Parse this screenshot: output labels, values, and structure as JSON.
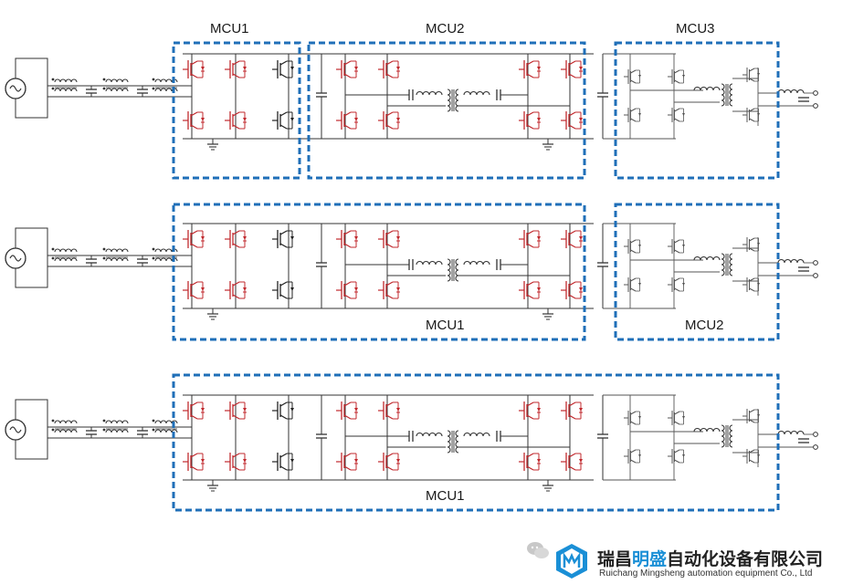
{
  "diagram": {
    "rows": [
      {
        "boxes": [
          {
            "label": "MCU1"
          },
          {
            "label": "MCU2"
          },
          {
            "label": "MCU3"
          }
        ]
      },
      {
        "boxes": [
          {
            "label": "MCU1"
          },
          {
            "label": "MCU2"
          }
        ]
      },
      {
        "boxes": [
          {
            "label": "MCU1"
          }
        ]
      }
    ]
  },
  "watermark": {
    "company_cn_prefix": "瑞昌",
    "company_cn_highlight": "明盛",
    "company_cn_suffix": "自动化设备有限公司",
    "company_en": "Ruichang Mingsheng automation equipment Co., Ltd"
  },
  "colors": {
    "box_border": "#1f6fb8",
    "switch_red": "#c0282d",
    "switch_gray": "#555555",
    "wire": "#333333",
    "highlight": "#1a8fd6"
  }
}
